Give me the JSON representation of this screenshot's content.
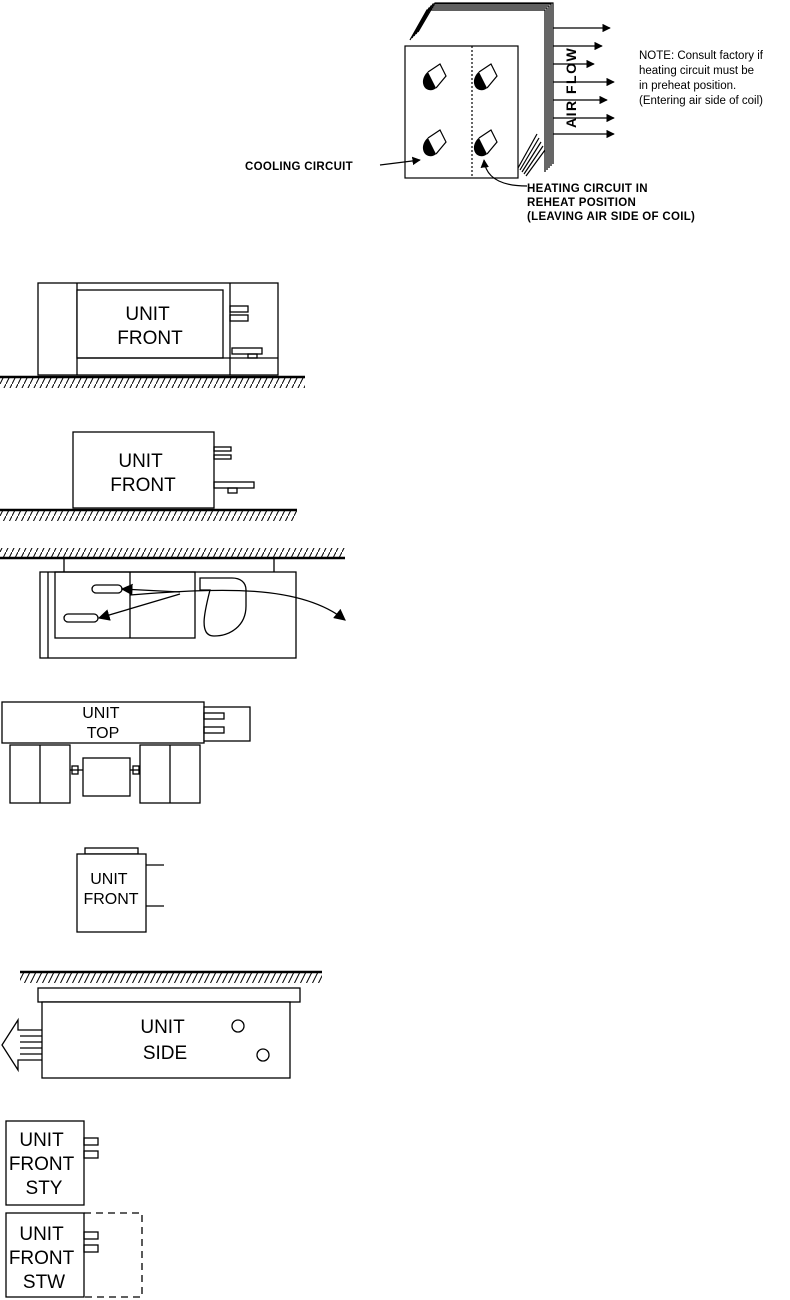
{
  "coil": {
    "air_flow_label": "AIR FLOW",
    "cooling_label": "COOLING CIRCUIT",
    "heating_label": [
      "HEATING CIRCUIT IN",
      "REHEAT POSITION",
      "(LEAVING AIR SIDE OF COIL)"
    ],
    "note": [
      "NOTE:  Consult factory if",
      "heating circuit must be",
      "in preheat position.",
      "(Entering air side of coil)"
    ]
  },
  "units": [
    {
      "id": "u1",
      "lines": [
        "UNIT",
        "FRONT"
      ]
    },
    {
      "id": "u2",
      "lines": [
        "UNIT",
        "FRONT"
      ]
    },
    {
      "id": "u4",
      "lines": [
        "UNIT",
        "TOP"
      ]
    },
    {
      "id": "u5",
      "lines": [
        "UNIT",
        "FRONT"
      ]
    },
    {
      "id": "u6",
      "lines": [
        "UNIT",
        "SIDE"
      ]
    },
    {
      "id": "u7",
      "lines": [
        "UNIT",
        "FRONT",
        "STY"
      ]
    },
    {
      "id": "u8",
      "lines": [
        "UNIT",
        "FRONT",
        "STW"
      ]
    }
  ]
}
